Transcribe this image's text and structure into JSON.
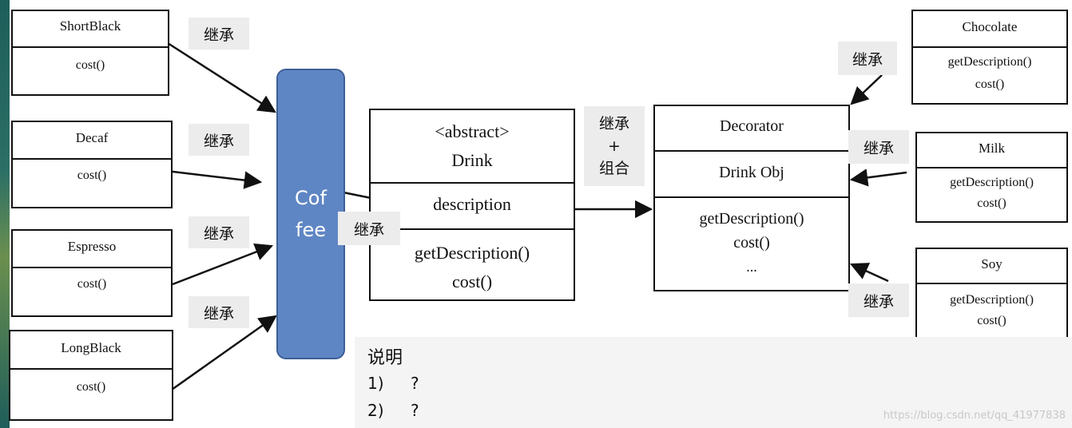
{
  "coffee": {
    "line1": "Cof",
    "line2": "fee"
  },
  "inherit_label": "继承",
  "inherit_compose": {
    "line1": "继承",
    "line2": "+",
    "line3": "组合"
  },
  "drinks": [
    {
      "name": "ShortBlack",
      "method": "cost()"
    },
    {
      "name": "Decaf",
      "method": "cost()"
    },
    {
      "name": "Espresso",
      "method": "cost()"
    },
    {
      "name": "LongBlack",
      "method": "cost()"
    }
  ],
  "drink": {
    "stereotype": "<abstract>",
    "name": "Drink",
    "field": "description",
    "methods": [
      "getDescription()",
      "cost()"
    ]
  },
  "decorator": {
    "name": "Decorator",
    "field": "Drink Obj",
    "methods": [
      "getDescription()",
      "cost()",
      "..."
    ]
  },
  "condiments": [
    {
      "name": "Chocolate",
      "methods": [
        "getDescription()",
        "cost()"
      ]
    },
    {
      "name": "Milk",
      "methods": [
        "getDescription()",
        "cost()"
      ]
    },
    {
      "name": "Soy",
      "methods": [
        "getDescription()",
        "cost()"
      ]
    }
  ],
  "note": {
    "title": "说明",
    "items": [
      {
        "num": "1)",
        "text": "?"
      },
      {
        "num": "2)",
        "text": "?"
      }
    ]
  },
  "watermark": "https://blog.csdn.net/qq_41977838"
}
